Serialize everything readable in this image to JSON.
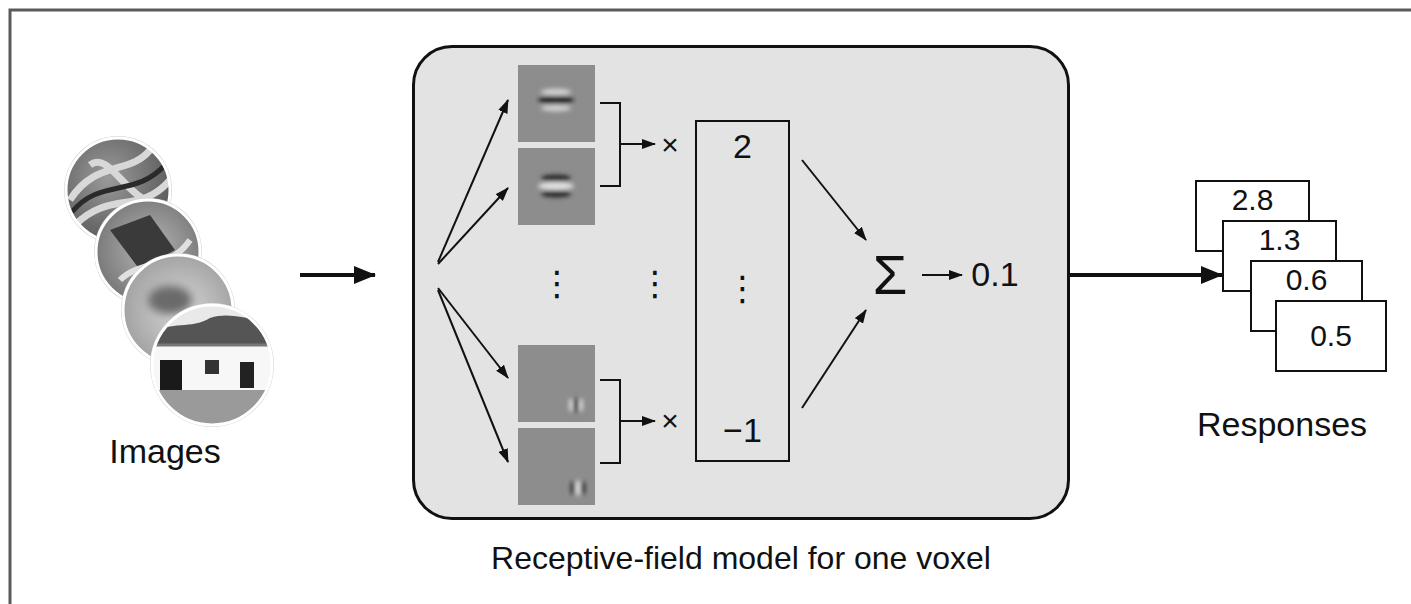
{
  "diagram": {
    "nodes": [
      {
        "text": [
          "Receptive-field model for one voxel"
        ]
      },
      {
        "text": [
          "2",
          "⋮",
          "−1"
        ],
        "in": 0
      },
      {
        "text": [
          "2.8"
        ]
      },
      {
        "text": [
          "1.3"
        ]
      },
      {
        "text": [
          "0.6"
        ]
      },
      {
        "text": [
          "0.5"
        ]
      }
    ],
    "edges": [
      {
        "from": 0,
        "to": 3,
        "arrow": "to"
      }
    ],
    "labels": [
      "Images",
      "×",
      "×",
      "⋮",
      "⋮",
      "Σ",
      "0.1",
      "Responses"
    ]
  }
}
